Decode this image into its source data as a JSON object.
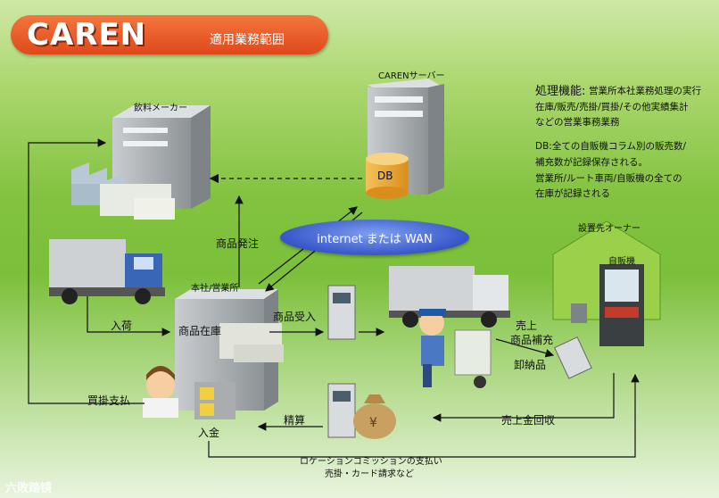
{
  "title": {
    "main": "CAREN",
    "sub": "適用業務範囲"
  },
  "nodes": {
    "server": "CARENサーバー",
    "db": "DB",
    "maker": "飲料メーカー",
    "office": "本社/営業所",
    "owner": "設置先オーナー",
    "vending": "自販機",
    "inventory": "商品在庫",
    "deposit": "入金"
  },
  "network": {
    "label": "internet または WAN"
  },
  "flows": {
    "order": "商品発注",
    "receiving": "入荷",
    "goods_received": "商品受入",
    "credit_payment": "買掛支払",
    "settlement": "精算",
    "sales_collection": "売上金回収",
    "sales_restock_1": "売上",
    "sales_restock_2": "商品補充",
    "delivery": "卸納品",
    "commission_1": "ロケーションコミッションの支払い",
    "commission_2": "売掛・カード請求など"
  },
  "info": {
    "processing_title": "処理機能:",
    "processing_lines": [
      "営業所本社業務処理の実行",
      "在庫/販売/売掛/買掛/その他実績集計",
      "などの営業事務業務"
    ],
    "db_lines": [
      "DB:全ての自販機コラム別の販売数/",
      "補充数が記録保存される。",
      "営業所/ルート車両/自販機の全ての",
      "在庫が記録される"
    ]
  },
  "watermark": "六敗踏镜",
  "colors": {
    "title_orange": "#e9572a",
    "wan_blue": "#3756c9",
    "building_gray": "#9ea4a8",
    "owner_green": "#88c43c"
  }
}
